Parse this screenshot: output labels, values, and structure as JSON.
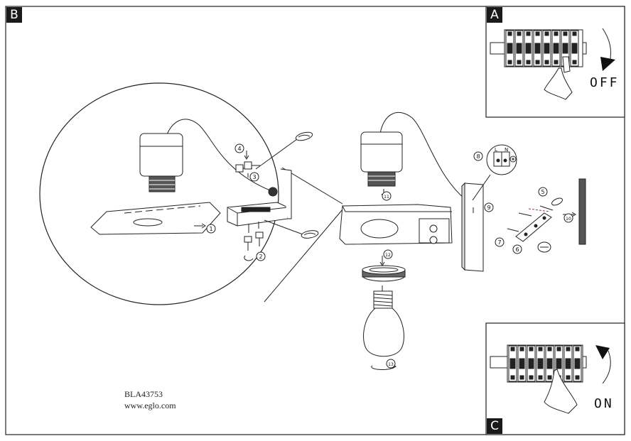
{
  "panels": {
    "main_label": "B",
    "top_right_label": "A",
    "bottom_right_label": "C",
    "off_text": "OFF",
    "on_text": "ON"
  },
  "steps": [
    "1",
    "2",
    "3",
    "4",
    "5",
    "6",
    "7",
    "8",
    "9",
    "10",
    "11",
    "12",
    "13"
  ],
  "terminal_labels": [
    "L",
    "N"
  ],
  "footer": {
    "model": "BLA43753",
    "website": "www.eglo.com"
  }
}
